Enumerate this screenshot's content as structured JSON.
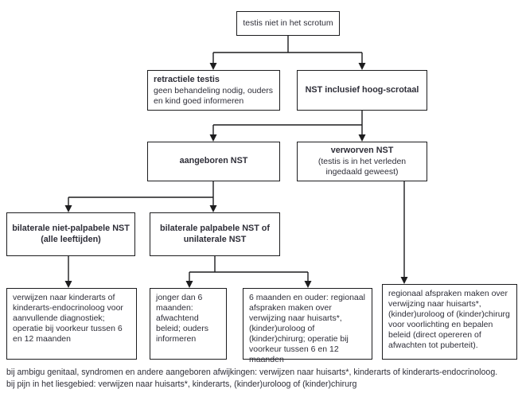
{
  "diagram": {
    "type": "flowchart",
    "colors": {
      "background": "#ffffff",
      "border": "#1d1d1f",
      "text": "#2e2e38"
    },
    "nodes": {
      "root": {
        "label": "testis niet in het scrotum"
      },
      "retractiele_testis": {
        "title": "retractiele testis",
        "body": "geen behandeling nodig, ouders en kind goed informeren"
      },
      "nst_hoog_scrotaal": {
        "title": "NST inclusief hoog-scrotaal"
      },
      "aangeboren_nst": {
        "title": "aangeboren NST"
      },
      "verworven_nst": {
        "title": "verworven NST",
        "body": "(testis is in het verleden ingedaald geweest)"
      },
      "bilateraal_niet_palpabel": {
        "title": "bilaterale niet-palpabele NST (alle leeftijden)"
      },
      "bilateraal_palpabel": {
        "title": "bilaterale palpabele NST of unilaterale NST"
      },
      "verwijzen_kinderarts": {
        "body": "verwijzen naar kinderarts of kinderarts-endocrinoloog voor aanvullende diagnostiek; operatie bij voorkeur tussen 6 en 12 maanden"
      },
      "jonger_dan_6_maanden": {
        "body": "jonger dan 6 maanden: afwachtend beleid; ouders informeren"
      },
      "zes_maanden_en_ouder": {
        "body": "6 maanden en ouder: regionaal afspraken maken over verwijzing naar huisarts*, (kinder)uroloog of (kinder)chirurg; operatie bij voorkeur tussen 6 en 12 maanden"
      },
      "regionaal_afspraken": {
        "body": "regionaal afspraken maken over verwijzing naar huisarts*, (kinder)uroloog of (kinder)chirurg voor voorlichting en bepalen beleid (direct opereren of afwachten tot puberteit)."
      }
    },
    "footnotes": [
      "bij ambigu genitaal, syndromen en andere aangeboren afwijkingen: verwijzen naar huisarts*, kinderarts of kinderarts-endocrinoloog.",
      "bij pijn in het liesgebied: verwijzen naar huisarts*, kinderarts, (kinder)uroloog of (kinder)chirurg"
    ]
  }
}
